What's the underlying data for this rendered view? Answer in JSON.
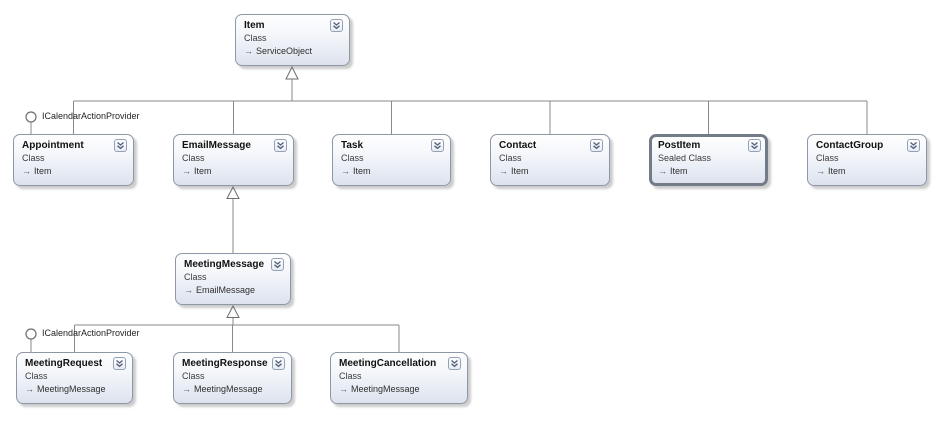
{
  "diagram": {
    "colors": {
      "background": "#ffffff",
      "node_border": "#8d97a6",
      "sealed_border": "#727c89",
      "node_fill_top": "#fefefe",
      "node_fill_bottom": "#dde2ee",
      "connector": "#8a8a8a",
      "title_text": "#111111",
      "body_text": "#3b3b3b"
    },
    "icons": {
      "base_type_arrow": "→",
      "collapse_chevron": "chevron-double-down-icon",
      "interface_lollipop": "lollipop-circle-icon"
    },
    "interface_labels": [
      {
        "label": "ICalendarActionProvider",
        "attached_to": "Appointment"
      },
      {
        "label": "ICalendarActionProvider",
        "attached_to": "MeetingRequest"
      }
    ],
    "nodes": [
      {
        "title": "Item",
        "kind": "Class",
        "base": "ServiceObject"
      },
      {
        "title": "Appointment",
        "kind": "Class",
        "base": "Item"
      },
      {
        "title": "EmailMessage",
        "kind": "Class",
        "base": "Item"
      },
      {
        "title": "Task",
        "kind": "Class",
        "base": "Item"
      },
      {
        "title": "Contact",
        "kind": "Class",
        "base": "Item"
      },
      {
        "title": "PostItem",
        "kind": "Sealed Class",
        "base": "Item"
      },
      {
        "title": "ContactGroup",
        "kind": "Class",
        "base": "Item"
      },
      {
        "title": "MeetingMessage",
        "kind": "Class",
        "base": "EmailMessage"
      },
      {
        "title": "MeetingRequest",
        "kind": "Class",
        "base": "MeetingMessage"
      },
      {
        "title": "MeetingResponse",
        "kind": "Class",
        "base": "MeetingMessage"
      },
      {
        "title": "MeetingCancellation",
        "kind": "Class",
        "base": "MeetingMessage"
      }
    ]
  }
}
